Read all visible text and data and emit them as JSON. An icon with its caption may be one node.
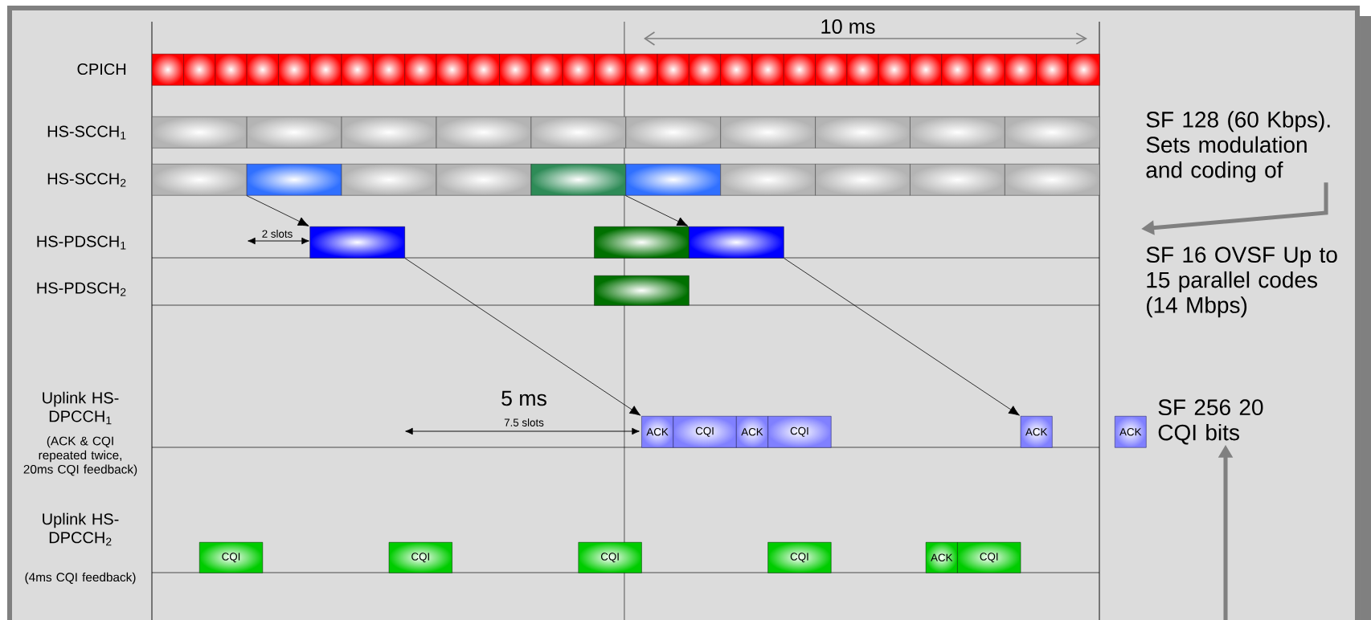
{
  "diagram": {
    "nodes": [
      {
        "text": [],
        "shape": "box"
      },
      {
        "text": [],
        "shape": "box"
      },
      {
        "text": [],
        "shape": "box"
      },
      {
        "text": [],
        "shape": "box"
      },
      {
        "text": [],
        "shape": "box"
      },
      {
        "text": [],
        "shape": "box"
      },
      {
        "text": [],
        "shape": "box"
      },
      {
        "text": [],
        "shape": "box"
      },
      {
        "text": [],
        "shape": "box"
      },
      {
        "text": [],
        "shape": "box"
      },
      {
        "text": [],
        "shape": "box"
      },
      {
        "text": [],
        "shape": "box"
      },
      {
        "text": [],
        "shape": "box"
      },
      {
        "text": [],
        "shape": "box"
      },
      {
        "text": [],
        "shape": "box"
      },
      {
        "text": [],
        "shape": "box"
      },
      {
        "text": [],
        "shape": "box"
      },
      {
        "text": [],
        "shape": "box"
      },
      {
        "text": [],
        "shape": "box"
      },
      {
        "text": [],
        "shape": "box"
      },
      {
        "text": [],
        "shape": "box"
      },
      {
        "text": [],
        "shape": "box"
      },
      {
        "text": [],
        "shape": "box"
      },
      {
        "text": [],
        "shape": "box"
      },
      {
        "text": [],
        "shape": "box"
      },
      {
        "text": [],
        "shape": "box"
      },
      {
        "text": [],
        "shape": "box"
      },
      {
        "text": [],
        "shape": "box"
      },
      {
        "text": [],
        "shape": "box"
      },
      {
        "text": [],
        "shape": "box"
      },
      {
        "text": [],
        "shape": "box"
      },
      {
        "text": [],
        "shape": "box"
      },
      {
        "text": [],
        "shape": "box"
      },
      {
        "text": [],
        "shape": "box"
      },
      {
        "text": [],
        "shape": "box"
      },
      {
        "text": [],
        "shape": "box"
      },
      {
        "text": [],
        "shape": "box"
      },
      {
        "text": [],
        "shape": "box"
      },
      {
        "text": [],
        "shape": "box"
      },
      {
        "text": [],
        "shape": "box"
      },
      {
        "text": [],
        "shape": "box"
      },
      {
        "text": [],
        "shape": "box"
      },
      {
        "text": [],
        "shape": "box"
      },
      {
        "text": [],
        "shape": "box"
      },
      {
        "text": [],
        "shape": "box"
      },
      {
        "text": [],
        "shape": "box"
      },
      {
        "text": [],
        "shape": "box"
      },
      {
        "text": [],
        "shape": "box"
      },
      {
        "text": [],
        "shape": "box"
      },
      {
        "text": [],
        "shape": "box"
      },
      {
        "text": [],
        "shape": "box"
      },
      {
        "text": [],
        "shape": "box"
      },
      {
        "text": [],
        "shape": "box"
      },
      {
        "text": [],
        "shape": "box"
      },
      {
        "text": [
          "ACK"
        ]
      },
      {
        "text": [
          "CQI"
        ]
      },
      {
        "text": [
          "ACK"
        ]
      },
      {
        "text": [
          "CQI"
        ]
      },
      {
        "text": [
          "ACK"
        ]
      },
      {
        "text": [
          "ACK"
        ]
      },
      {
        "text": [
          "SF 256 20 CQI bits"
        ]
      },
      {
        "text": [
          "CQI"
        ]
      },
      {
        "text": [
          "CQI"
        ]
      },
      {
        "text": [
          "CQI"
        ]
      },
      {
        "text": [
          "CQI"
        ]
      },
      {
        "text": [
          "ACK"
        ]
      },
      {
        "text": [
          "CQI"
        ]
      },
      {
        "text": [
          "SF 128 (60 Kbps). Sets modulation and coding of"
        ]
      },
      {
        "text": [
          "SF 16 OVSF Up to 15 parallel codes (14 Mbps)"
        ]
      }
    ],
    "edges": [
      {
        "from": 41,
        "to": 50,
        "arrow": "to"
      },
      {
        "from": 45,
        "to": 52,
        "arrow": "to"
      },
      {
        "from": 50,
        "to": 54,
        "arrow": "to"
      },
      {
        "from": 52,
        "to": 58,
        "arrow": "to"
      },
      {
        "from": 67,
        "to": 68,
        "arrow": "to",
        "style": "thick",
        "color": "#808080"
      },
      {
        "from": null,
        "to": 60,
        "arrow": "to",
        "style": "thick",
        "color": "#808080"
      }
    ],
    "labels": [
      "10 ms",
      "CPICH",
      "HS-SCCH$_{1}$",
      "HS-SCCH$_{2}$",
      "HS-PDSCH$_{1}$",
      "HS-PDSCH$_{2}$",
      "2 slots",
      "Uplink HS-DPCCH$_{1}$",
      "(ACK & CQI repeated twice, 20ms CQI feedback)",
      "5 ms",
      "7.5 slots",
      "Uplink HS-DPCCH$_{2}$",
      "(4ms CQI feedback)"
    ]
  }
}
